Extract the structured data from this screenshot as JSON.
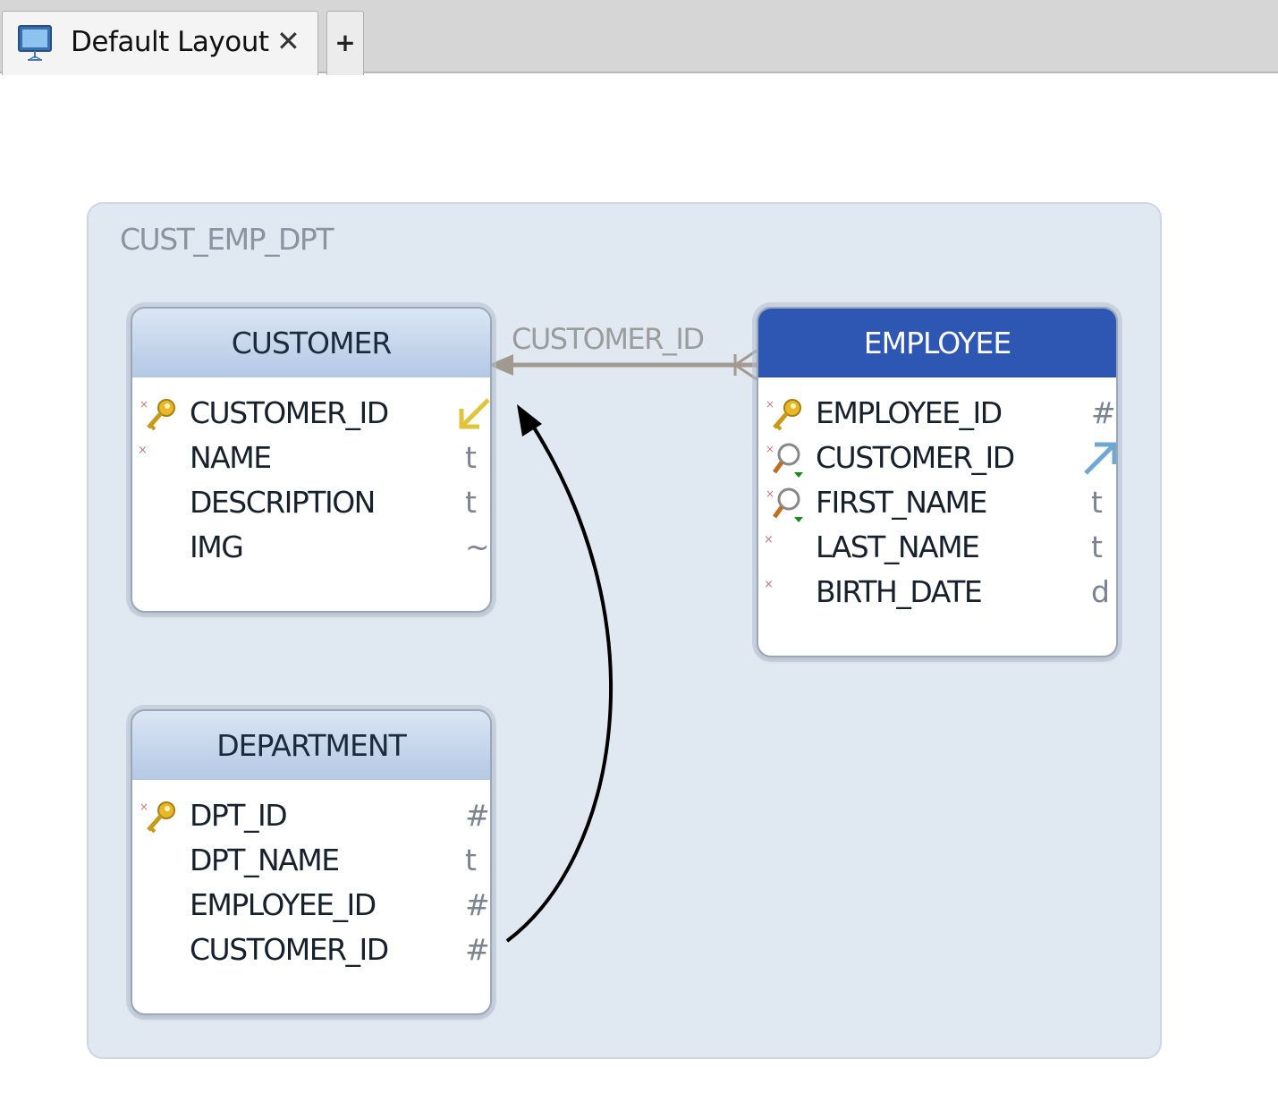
{
  "tab": {
    "label": "Default Layout",
    "close_glyph": "✕",
    "icon": "monitor-icon"
  },
  "add_tab_label": "+",
  "schema": {
    "name": "CUST_EMP_DPT"
  },
  "relationship": {
    "label": "CUSTOMER_ID"
  },
  "entities": {
    "customer": {
      "name": "CUSTOMER",
      "selected": false,
      "attributes": [
        {
          "name": "CUSTOMER_ID",
          "type": "",
          "icon": "primary-key-icon",
          "type_icon": "foreign-key-target-arrow-icon"
        },
        {
          "name": "NAME",
          "type": "t",
          "icon": "none"
        },
        {
          "name": "DESCRIPTION",
          "type": "t",
          "icon": "none"
        },
        {
          "name": "IMG",
          "type": "~",
          "icon": "none"
        }
      ]
    },
    "employee": {
      "name": "EMPLOYEE",
      "selected": true,
      "attributes": [
        {
          "name": "EMPLOYEE_ID",
          "type": "#",
          "icon": "primary-key-icon"
        },
        {
          "name": "CUSTOMER_ID",
          "type": "",
          "icon": "index-search-icon",
          "type_icon": "foreign-key-arrow-icon"
        },
        {
          "name": "FIRST_NAME",
          "type": "t",
          "icon": "index-search-icon"
        },
        {
          "name": "LAST_NAME",
          "type": "t",
          "icon": "none"
        },
        {
          "name": "BIRTH_DATE",
          "type": "d",
          "icon": "none"
        }
      ]
    },
    "department": {
      "name": "DEPARTMENT",
      "selected": false,
      "attributes": [
        {
          "name": "DPT_ID",
          "type": "#",
          "icon": "primary-key-icon"
        },
        {
          "name": "DPT_NAME",
          "type": "t",
          "icon": "none"
        },
        {
          "name": "EMPLOYEE_ID",
          "type": "#",
          "icon": "none"
        },
        {
          "name": "CUSTOMER_ID",
          "type": "#",
          "icon": "none"
        }
      ]
    }
  },
  "colors": {
    "schema_bg": "#e0e9f2",
    "header_selected": "#2e57b3",
    "header_normal": "#c3d4eb",
    "relationship_line": "#a29a90",
    "key_icon": "#e0b020",
    "fk_arrow": "#6fa7d0"
  }
}
